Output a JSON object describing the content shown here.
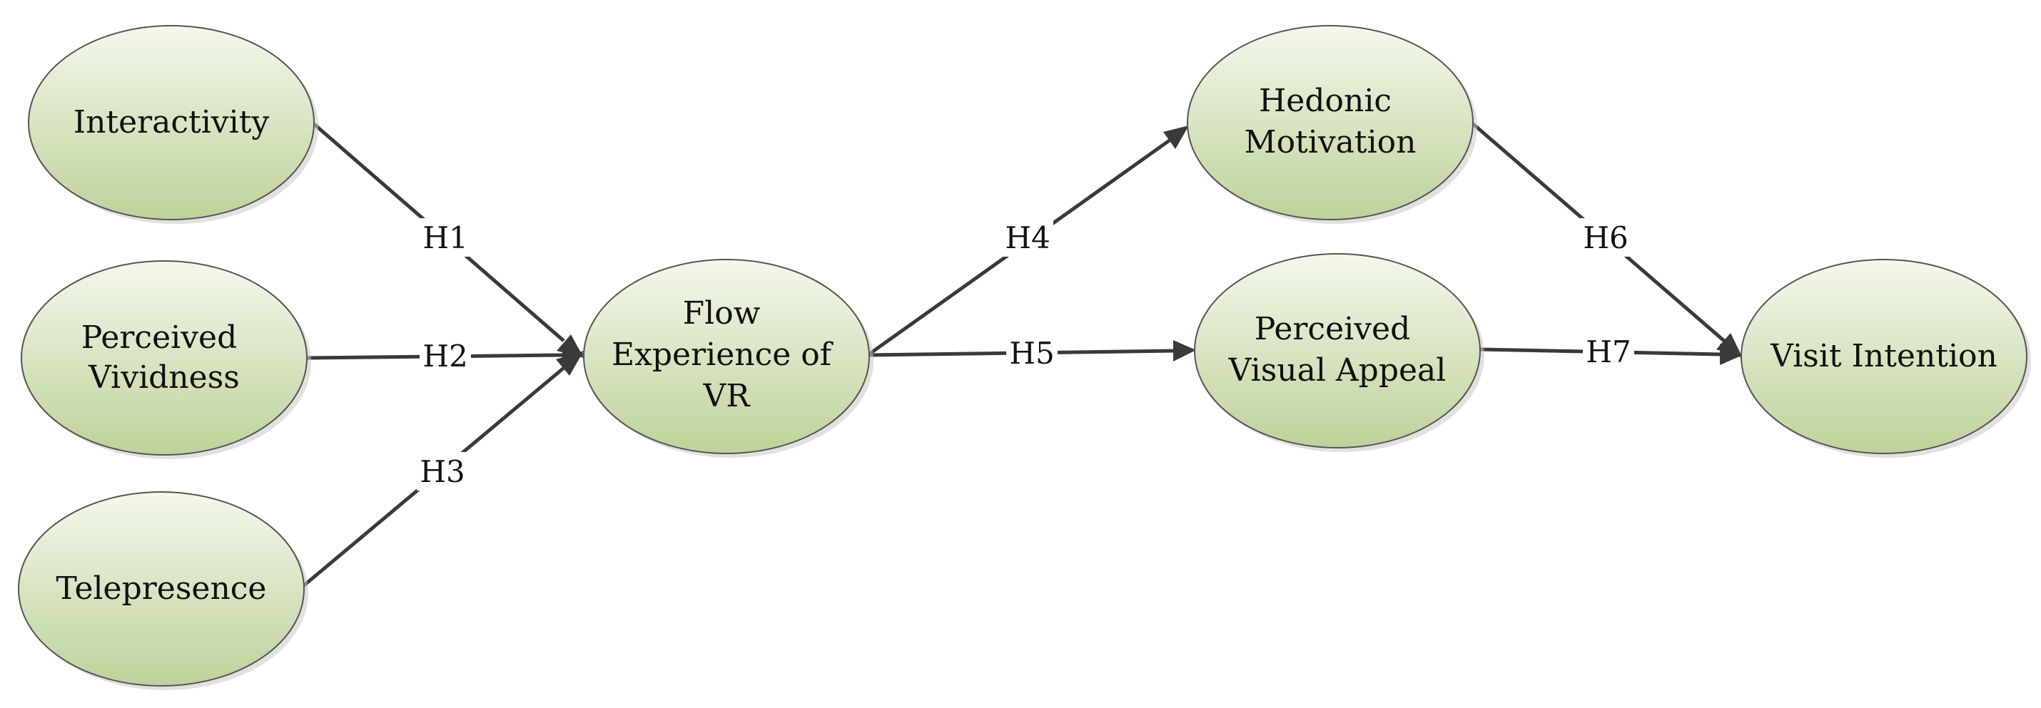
{
  "colors": {
    "node_fill_top": "#f4f8ec",
    "node_fill_bottom": "#bed29a",
    "node_stroke": "#555555",
    "edge": "#3a3a3a",
    "text": "#111111"
  },
  "nodes": {
    "interactivity": {
      "lines": [
        "Interactivity"
      ]
    },
    "perceived_vividness": {
      "lines": [
        "Perceived",
        "Vividness"
      ]
    },
    "telepresence": {
      "lines": [
        "Telepresence"
      ]
    },
    "flow_experience": {
      "lines": [
        "Flow",
        "Experience of",
        "VR"
      ]
    },
    "hedonic_motivation": {
      "lines": [
        "Hedonic",
        "Motivation"
      ]
    },
    "perceived_visual_appeal": {
      "lines": [
        "Perceived",
        "Visual Appeal"
      ]
    },
    "visit_intention": {
      "lines": [
        "Visit Intention"
      ]
    }
  },
  "edges": [
    {
      "id": "h1",
      "from": "interactivity",
      "to": "flow_experience",
      "label": "H1"
    },
    {
      "id": "h2",
      "from": "perceived_vividness",
      "to": "flow_experience",
      "label": "H2"
    },
    {
      "id": "h3",
      "from": "telepresence",
      "to": "flow_experience",
      "label": "H3"
    },
    {
      "id": "h4",
      "from": "flow_experience",
      "to": "hedonic_motivation",
      "label": "H4"
    },
    {
      "id": "h5",
      "from": "flow_experience",
      "to": "perceived_visual_appeal",
      "label": "H5"
    },
    {
      "id": "h6",
      "from": "hedonic_motivation",
      "to": "visit_intention",
      "label": "H6"
    },
    {
      "id": "h7",
      "from": "perceived_visual_appeal",
      "to": "visit_intention",
      "label": "H7"
    }
  ]
}
